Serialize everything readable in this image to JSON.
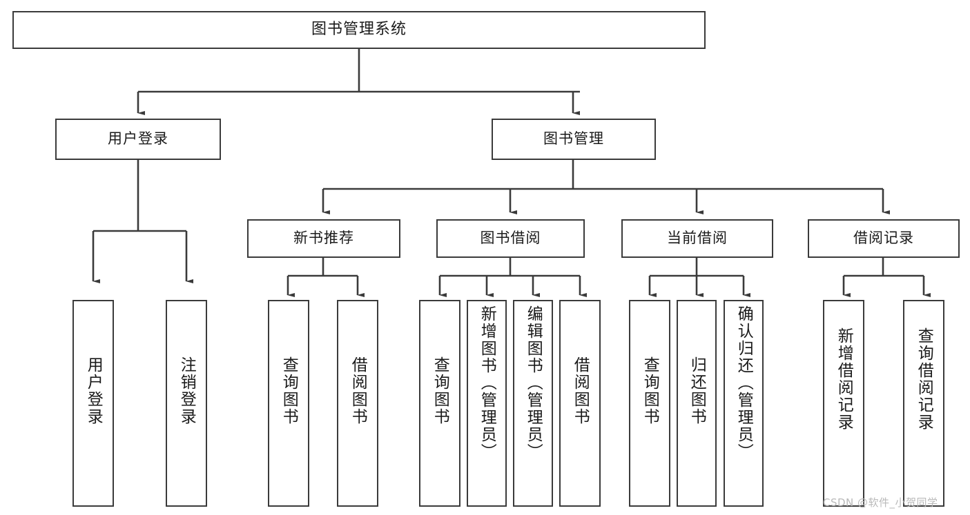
{
  "diagram": {
    "type": "tree-hierarchy",
    "title": "图书管理系统",
    "colors": {
      "box_border": "#3a3a3a",
      "box_fill": "#ffffff",
      "connector": "#3a3a3a",
      "text": "#1a1a1a",
      "watermark": "#b9b9b9"
    },
    "root": {
      "label": "图书管理系统"
    },
    "level1": [
      {
        "label": "用户登录"
      },
      {
        "label": "图书管理"
      }
    ],
    "level2": [
      {
        "label": "新书推荐"
      },
      {
        "label": "图书借阅"
      },
      {
        "label": "当前借阅"
      },
      {
        "label": "借阅记录"
      }
    ],
    "leaves": {
      "user_login": [
        {
          "label": "用户登录"
        },
        {
          "label": "注销登录"
        }
      ],
      "new_book_recommend": [
        {
          "label": "查询图书"
        },
        {
          "label": "借阅图书"
        }
      ],
      "book_borrow": [
        {
          "label": "查询图书"
        },
        {
          "label": "新增图书（管理员）"
        },
        {
          "label": "编辑图书（管理员）"
        },
        {
          "label": "借阅图书"
        }
      ],
      "current_borrow": [
        {
          "label": "查询图书"
        },
        {
          "label": "归还图书"
        },
        {
          "label": "确认归还（管理员）"
        }
      ],
      "borrow_record": [
        {
          "label": "新增借阅记录"
        },
        {
          "label": "查询借阅记录"
        }
      ]
    }
  },
  "watermark": {
    "text": "CSDN @软件_小贺同学"
  }
}
